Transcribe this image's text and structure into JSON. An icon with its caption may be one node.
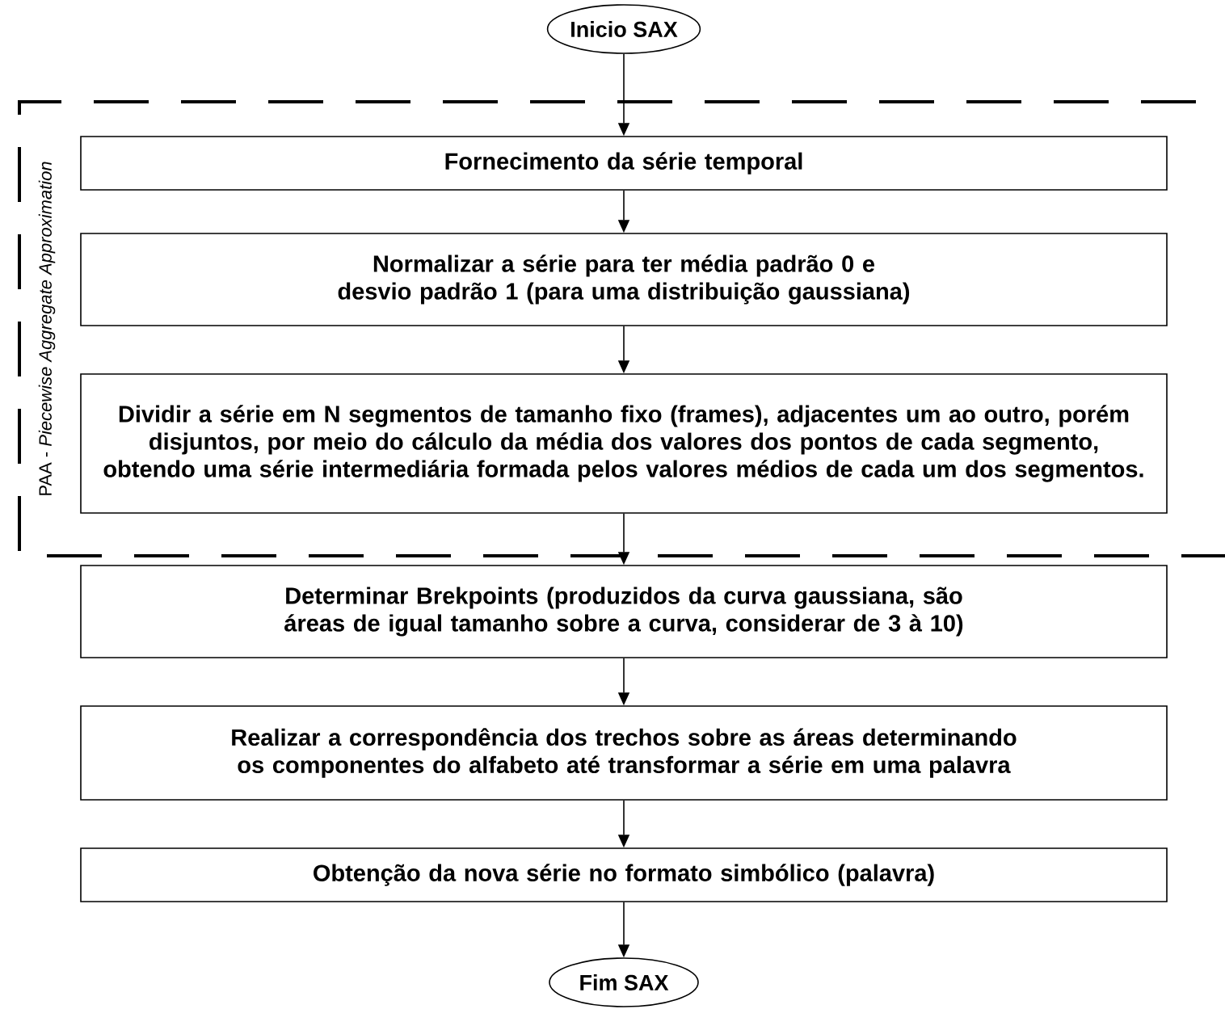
{
  "diagram": {
    "nodes": [
      {
        "text": [
          "Inicio SAX"
        ]
      },
      {
        "text": [
          "PAA - *Piecewise Aggregate Approximation*"
        ]
      },
      {
        "text": [
          "Fornecimento da série temporal"
        ],
        "in": 1
      },
      {
        "text": [
          "Normalizar a série para ter média padrão 0 e desvio padrão 1 (para uma distribuição gaussiana)"
        ],
        "in": 1
      },
      {
        "text": [
          "Dividir a série em N segmentos de tamanho fixo (frames), adjacentes um ao outro, porém disjuntos, por meio do cálculo da média dos valores dos pontos  de cada segmento, obtendo uma série intermediária formada pelos valores médios de cada um dos segmentos."
        ],
        "in": 1
      },
      {
        "text": [
          "Determinar Brekpoints (produzidos da curva gaussiana, são áreas de igual tamanho sobre a curva, considerar de 3 à 10)"
        ]
      },
      {
        "text": [
          "Realizar a correspondência dos trechos sobre as áreas determinando os componentes do alfabeto até transformar a série em uma palavra"
        ]
      },
      {
        "text": [
          "Obtenção da nova série no formato simbólico (palavra)"
        ]
      },
      {
        "text": [
          "Fim SAX"
        ]
      }
    ],
    "edges": [
      {
        "from": 0,
        "to": 2,
        "arrow": "to"
      },
      {
        "from": 2,
        "to": 3,
        "arrow": "to"
      },
      {
        "from": 3,
        "to": 4,
        "arrow": "to"
      },
      {
        "from": 4,
        "to": 5,
        "arrow": "to"
      },
      {
        "from": 5,
        "to": 6,
        "arrow": "to"
      },
      {
        "from": 6,
        "to": 7,
        "arrow": "to"
      },
      {
        "from": 7,
        "to": 8,
        "arrow": "to"
      }
    ]
  }
}
